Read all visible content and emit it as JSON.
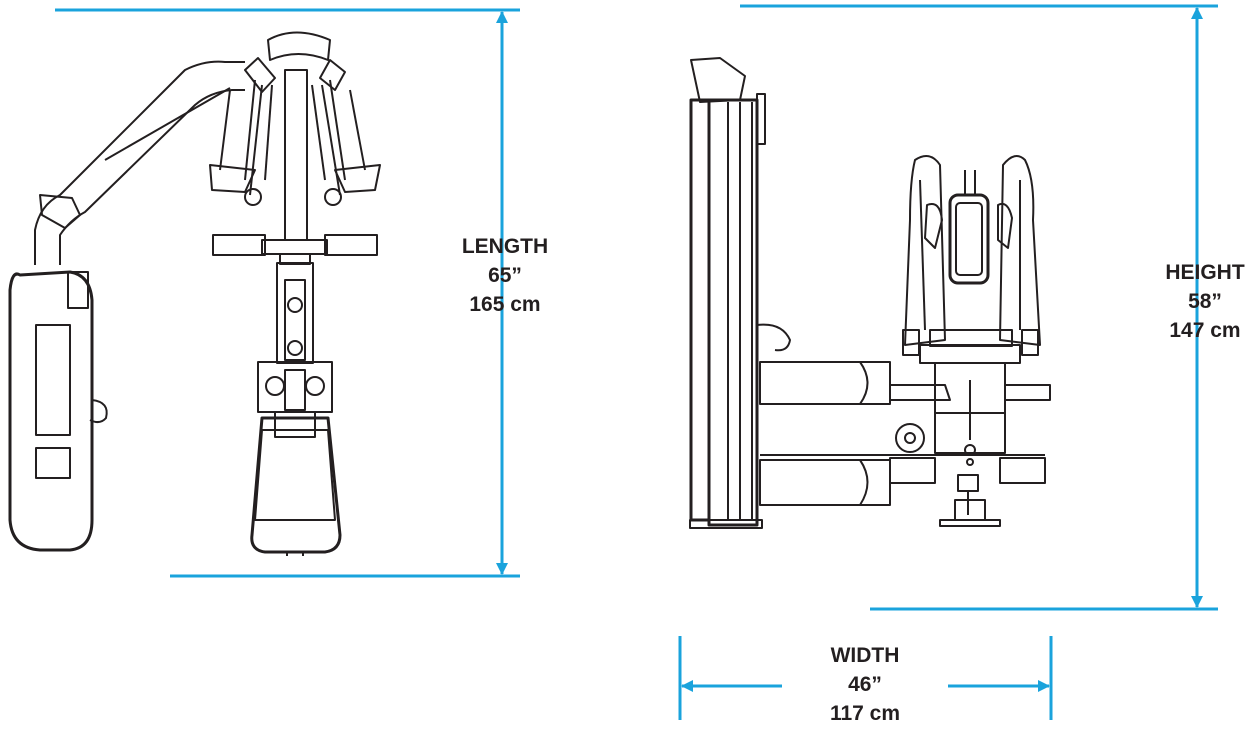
{
  "dimensions": {
    "length": {
      "title": "LENGTH",
      "imperial": "65”",
      "metric": "165 cm"
    },
    "height": {
      "title": "HEIGHT",
      "imperial": "58”",
      "metric": "147 cm"
    },
    "width": {
      "title": "WIDTH",
      "imperial": "46”",
      "metric": "117 cm"
    }
  },
  "colors": {
    "dimension_line": "#1aa3dc",
    "drawing": "#231f20",
    "text": "#231f20"
  }
}
